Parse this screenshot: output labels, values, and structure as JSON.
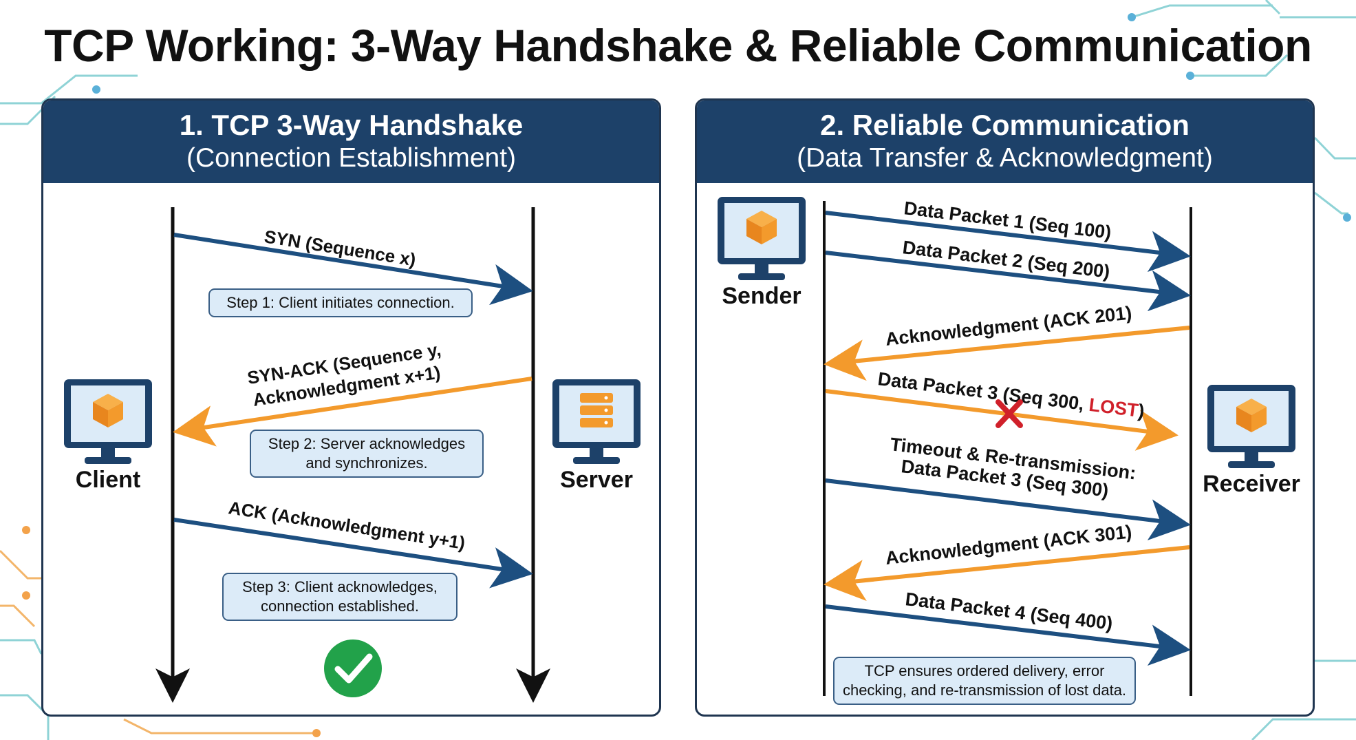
{
  "page_title": "TCP Working: 3-Way Handshake & Reliable Communication",
  "colors": {
    "header_bg": "#1d4169",
    "blue_arrow": "#1d4f80",
    "orange_arrow": "#f39a2c",
    "note_bg": "#dcebf8",
    "lost_red": "#d0202a",
    "check_green": "#22a24a"
  },
  "handshake": {
    "title": "1. TCP 3-Way Handshake",
    "subtitle": "(Connection Establishment)",
    "client_label": "Client",
    "server_label": "Server",
    "client_icon": "computer-cube-icon",
    "server_icon": "server-icon",
    "syn_label": "SYN (Sequence x)",
    "synack_label_line1": "SYN-ACK (Sequence y,",
    "synack_label_line2": "Acknowledgment x+1)",
    "ack_label": "ACK (Acknowledgment y+1)",
    "step1": "Step 1: Client initiates connection.",
    "step2_line1": "Step 2: Server acknowledges",
    "step2_line2": "and synchronizes.",
    "step3_line1": "Step 3: Client acknowledges,",
    "step3_line2": "connection established.",
    "success_icon": "check-circle-icon"
  },
  "reliable": {
    "title": "2. Reliable Communication",
    "subtitle": "(Data Transfer & Acknowledgment)",
    "sender_label": "Sender",
    "receiver_label": "Receiver",
    "packet1": "Data Packet 1 (Seq 100)",
    "packet2": "Data Packet 2 (Seq 200)",
    "ack201": "Acknowledgment (ACK 201)",
    "packet3_prefix": "Data Packet 3 (Seq 300, ",
    "packet3_lost": "LOST",
    "packet3_suffix": ")",
    "retransmit_line1": "Timeout & Re-transmission:",
    "retransmit_line2": "Data Packet 3 (Seq 300)",
    "ack301": "Acknowledgment (ACK 301)",
    "packet4": "Data Packet 4 (Seq 400)",
    "summary_line1": "TCP ensures ordered delivery, error",
    "summary_line2": "checking, and re-transmission of lost data.",
    "lost_icon": "x-mark-icon"
  }
}
